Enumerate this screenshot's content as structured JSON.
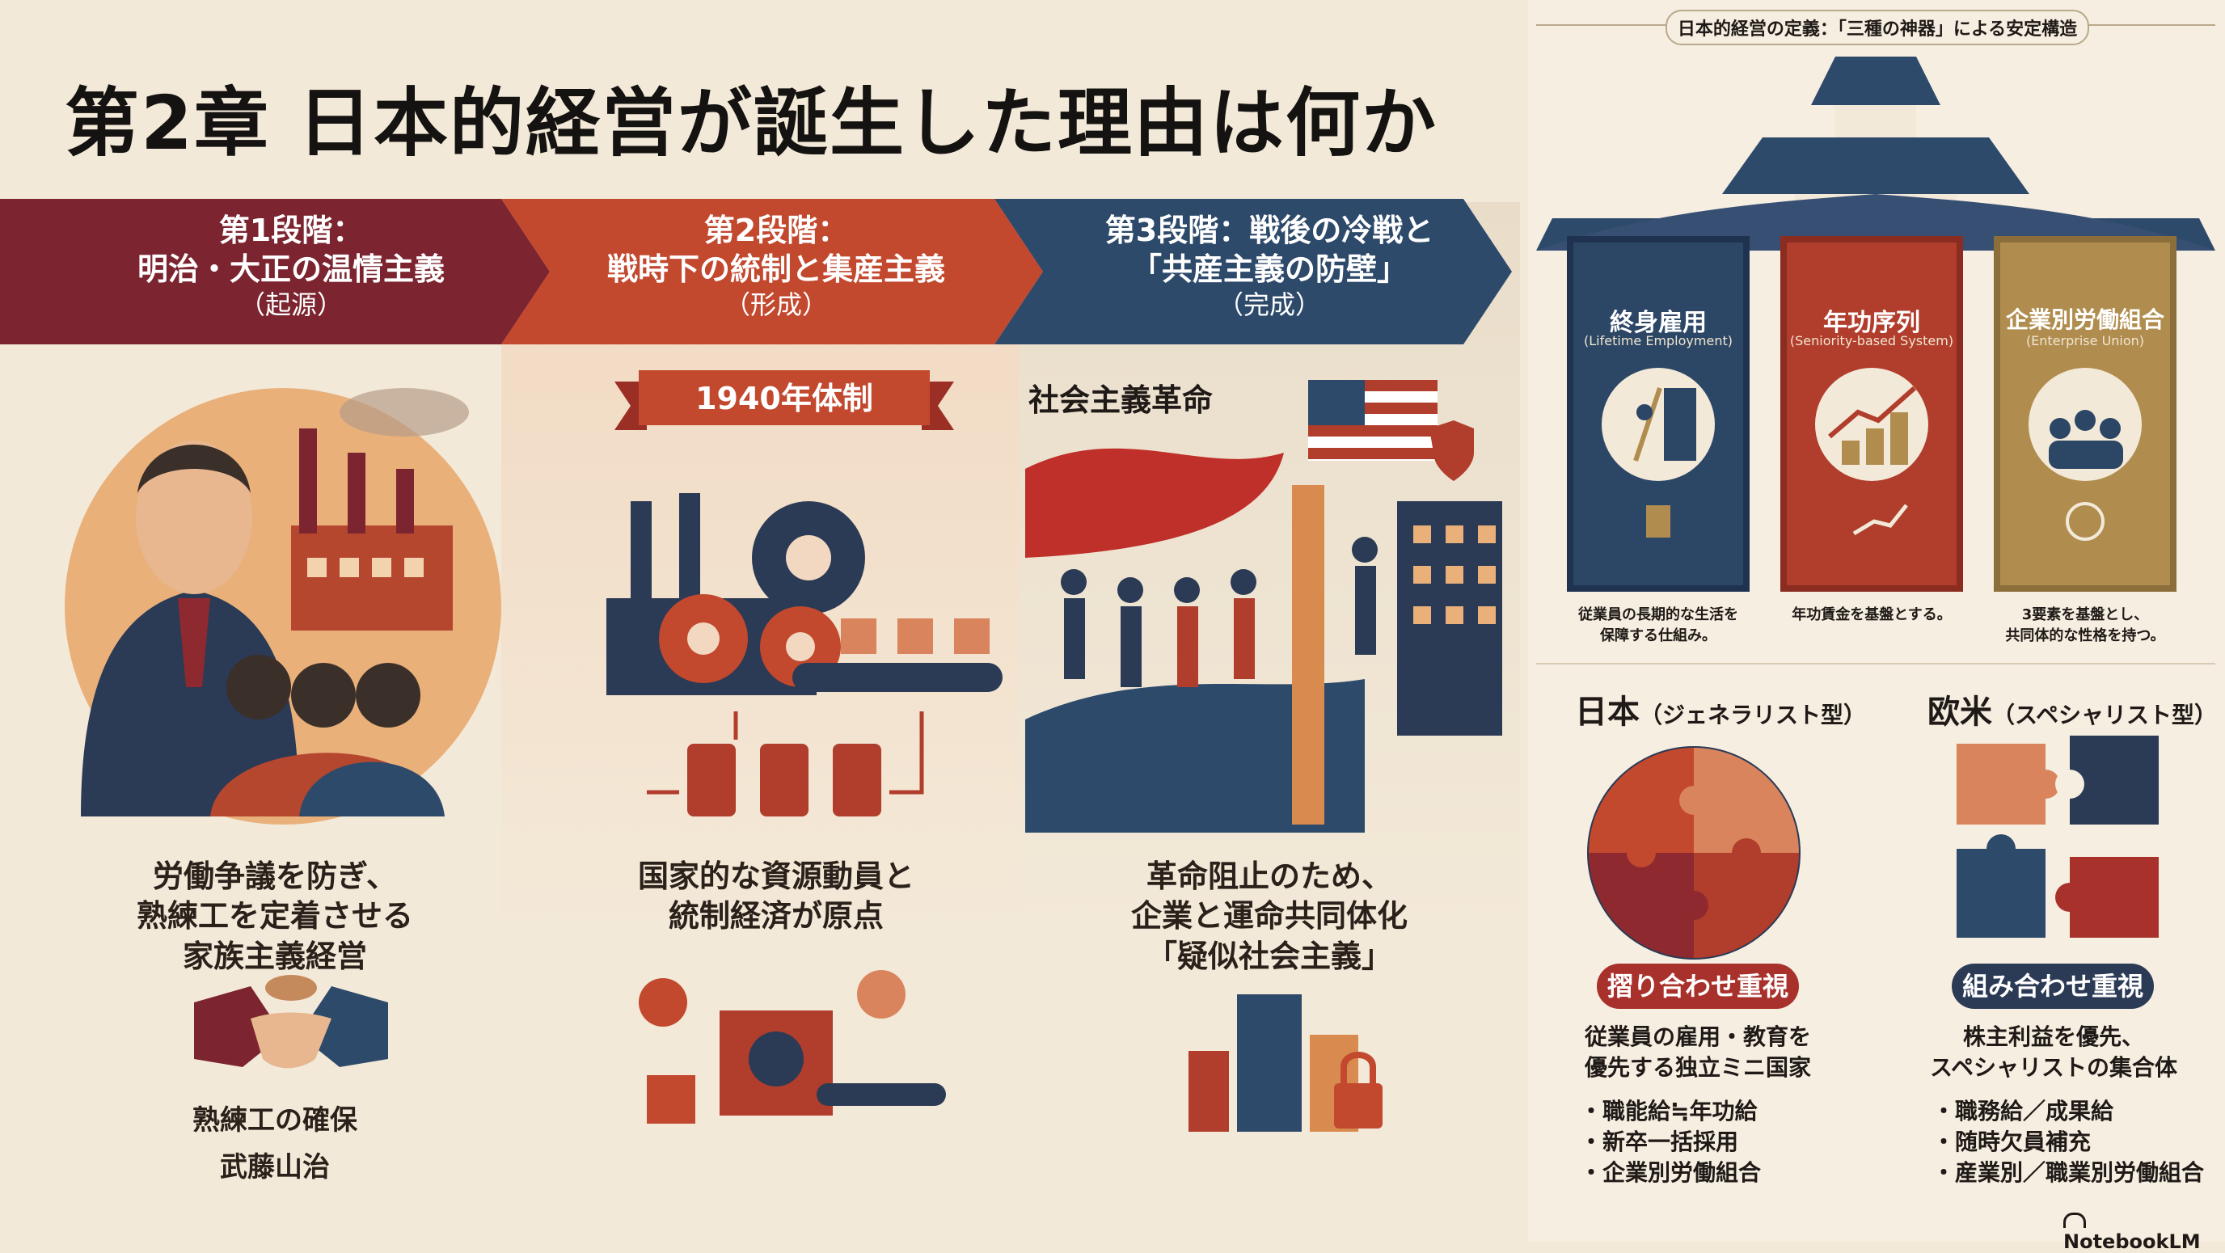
{
  "title": "第2章 日本的経営が誕生した理由は何か",
  "stages": [
    {
      "line1": "第1段階：",
      "line2": "明治・大正の温情主義",
      "line3": "（起源）",
      "color": "#7c2530"
    },
    {
      "line1": "第2段階：",
      "line2": "戦時下の統制と集産主義",
      "line3": "（形成）",
      "color": "#c2482e"
    },
    {
      "line1": "第3段階：戦後の冷戦と",
      "line2": "「共産主義の防壁」",
      "line3": "（完成）",
      "color": "#2e4a6b"
    }
  ],
  "col1": {
    "desc": [
      "労働争議を防ぎ、",
      "熟練工を定着させる",
      "家族主義経営"
    ],
    "caption1": "熟練工の確保",
    "caption2": "武藤山治"
  },
  "col2": {
    "ribbon": "1940年体制",
    "desc": [
      "国家的な資源動員と",
      "統制経済が原点"
    ]
  },
  "col3": {
    "label": "社会主義革命",
    "desc": [
      "革命阻止のため、",
      "企業と運命共同体化",
      "「疑似社会主義」"
    ]
  },
  "right": {
    "header": "日本的経営の定義：「三種の神器」による安定構造",
    "pillars": [
      {
        "name": "終身雇用",
        "en": "(Lifetime Employment)",
        "desc": [
          "従業員の長期的な生活を",
          "保障する仕組み。"
        ],
        "color": "#2c4666"
      },
      {
        "name": "年功序列",
        "en": "(Seniority-based System)",
        "desc": [
          "年功賃金を基盤とする。"
        ],
        "color": "#b13d2c"
      },
      {
        "name": "企業別労働組合",
        "en": "(Enterprise Union)",
        "desc": [
          "3要素を基盤とし、",
          "共同体的な性格を持つ。"
        ],
        "color": "#b08d4f"
      }
    ],
    "japan": {
      "heading": "日本",
      "type": "（ジェネラリスト型）",
      "pill": "摺り合わせ重視",
      "desc": [
        "従業員の雇用・教育を",
        "優先する独立ミニ国家"
      ],
      "bullets": [
        "・職能給≒年功給",
        "・新卒一括採用",
        "・企業別労働組合"
      ]
    },
    "west": {
      "heading": "欧米",
      "type": "（スペシャリスト型）",
      "pill": "組み合わせ重視",
      "desc": [
        "株主利益を優先、",
        "スペシャリストの集合体"
      ],
      "bullets": [
        "・職務給／成果給",
        "・随時欠員補充",
        "・産業別／職業別労働組合"
      ]
    }
  },
  "brand": "NotebookLM"
}
